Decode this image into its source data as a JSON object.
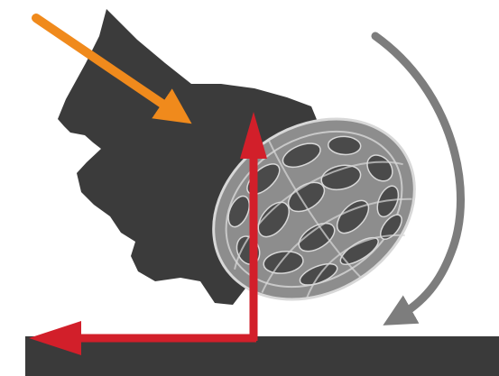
{
  "figure": {
    "type": "helmet-impact-diagram",
    "elements": [
      "ground-surface",
      "head-silhouette",
      "helmet",
      "impact-direction-arrow",
      "vertical-force-arrow",
      "horizontal-force-arrow",
      "rotation-arrow"
    ]
  },
  "colors": {
    "background": "#ffffff",
    "ground": "#3a3a3a",
    "head": "#3b3b3b",
    "helmet_fill": "#8d8d8d",
    "helmet_dark": "#4a4a4a",
    "helmet_stroke": "#d8d8d8",
    "impact_arrow": "#f08a1c",
    "force_arrows": "#d21f2a",
    "rotation_arrow": "#7d7d7d"
  }
}
